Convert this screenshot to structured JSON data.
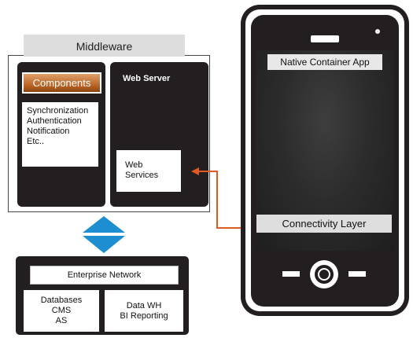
{
  "middleware": {
    "title": "Middleware",
    "components": {
      "title": "Components",
      "items": [
        "Synchronization",
        "Authentication",
        "Notification",
        "Etc.."
      ]
    },
    "web_server": {
      "title": "Web Server",
      "services_line1": "Web",
      "services_line2": "Services"
    }
  },
  "enterprise": {
    "network_label": "Enterprise Network",
    "left_box": [
      "Databases",
      "CMS",
      "AS"
    ],
    "right_box": [
      "Data WH",
      "BI Reporting"
    ]
  },
  "phone": {
    "app_label": "Native Container App",
    "connectivity_label": "Connectivity Layer"
  },
  "colors": {
    "arrow": "#e05a22",
    "diamond": "#1c8ed1",
    "dark": "#231f20",
    "components_header": "#b45f20"
  },
  "icons": {
    "double_arrow": "bidirectional-triangle-icon",
    "home_button": "home-button-icon"
  }
}
